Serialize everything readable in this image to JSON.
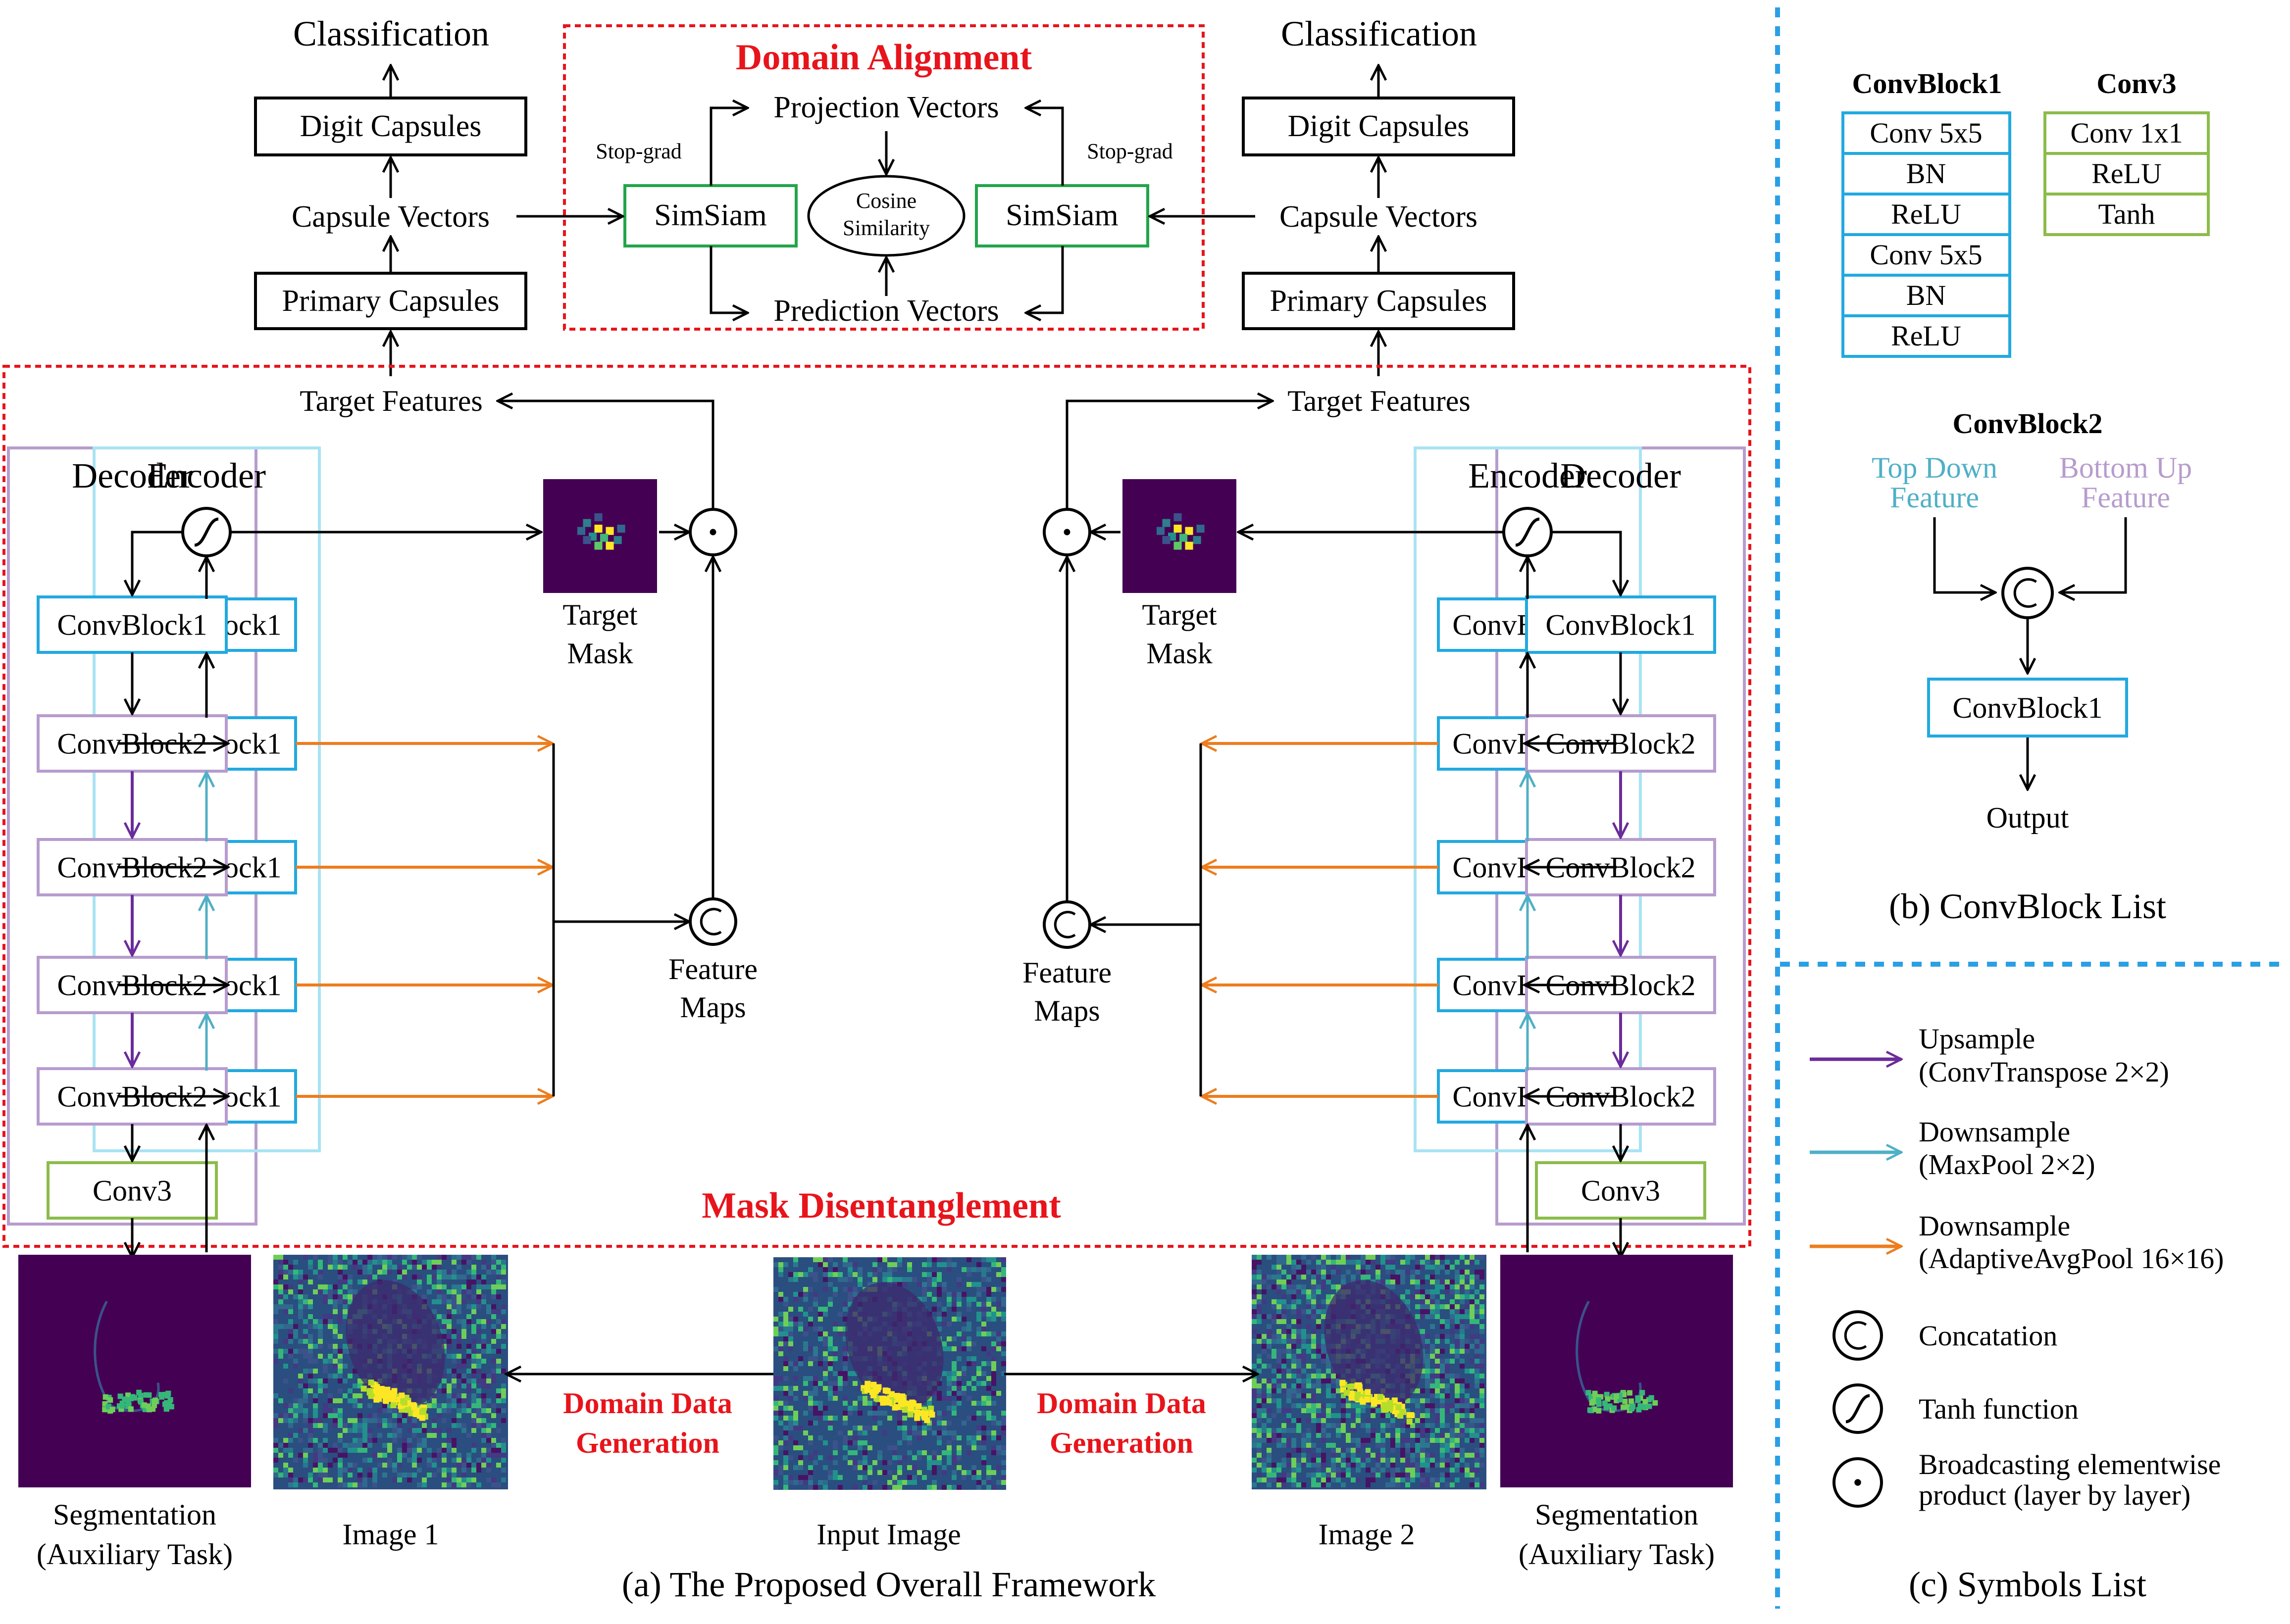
{
  "colors": {
    "red": "#e8141b",
    "cyan": "#22a9e0",
    "green": "#22a54a",
    "lightgreen": "#8cbc4a",
    "purple": "#b79ccd",
    "lightcyan": "#a8e3f3",
    "upsample": "#6a2c9a",
    "downsample_maxpool": "#4fb0c6",
    "downsample_avgpool": "#ed7d1e",
    "blue_divider": "#2b9fe6",
    "viridis_dark": "#440154",
    "viridis_yellow": "#fde725"
  },
  "top": {
    "left": {
      "classification": "Classification",
      "digit_capsules": "Digit Capsules",
      "capsule_vectors": "Capsule Vectors",
      "primary_capsules": "Primary Capsules"
    },
    "right": {
      "classification": "Classification",
      "digit_capsules": "Digit Capsules",
      "capsule_vectors": "Capsule Vectors",
      "primary_capsules": "Primary Capsules"
    },
    "alignment": {
      "title": "Domain Alignment",
      "projection": "Projection Vectors",
      "prediction": "Prediction Vectors",
      "cosine_1": "Cosine",
      "cosine_2": "Similarity",
      "simsiam_left": "SimSiam",
      "simsiam_right": "SimSiam",
      "stopgrad_left": "Stop-grad",
      "stopgrad_right": "Stop-grad"
    }
  },
  "left_branch": {
    "target_features": "Target Features",
    "decoder_title": "Decoder",
    "encoder_title": "Encoder",
    "target_mask_1": "Target",
    "target_mask_2": "Mask",
    "feature_maps_1": "Feature",
    "feature_maps_2": "Maps",
    "decoder": [
      "ConvBlock1",
      "ConvBlock2",
      "ConvBlock2",
      "ConvBlock2",
      "ConvBlock2",
      "Conv3"
    ],
    "encoder": [
      "ConvBlock1",
      "ConvBlock1",
      "ConvBlock1",
      "ConvBlock1",
      "ConvBlock1"
    ]
  },
  "right_branch": {
    "target_features": "Target Features",
    "decoder_title": "Decoder",
    "encoder_title": "Encoder",
    "target_mask_1": "Target",
    "target_mask_2": "Mask",
    "feature_maps_1": "Feature",
    "feature_maps_2": "Maps",
    "decoder": [
      "ConvBlock1",
      "ConvBlock2",
      "ConvBlock2",
      "ConvBlock2",
      "ConvBlock2",
      "Conv3"
    ],
    "encoder": [
      "ConvBlock1",
      "ConvBlock1",
      "ConvBlock1",
      "ConvBlock1",
      "ConvBlock1"
    ]
  },
  "mask_disentanglement": "Mask Disentanglement",
  "bottom": {
    "seg_left_1": "Segmentation",
    "seg_left_2": "(Auxiliary Task)",
    "image1": "Image 1",
    "input_image": "Input Image",
    "image2": "Image 2",
    "seg_right_1": "Segmentation",
    "seg_right_2": "(Auxiliary Task)",
    "ddg_left_1": "Domain Data",
    "ddg_left_2": "Generation",
    "ddg_right_1": "Domain Data",
    "ddg_right_2": "Generation"
  },
  "caption_a": "(a)  The Proposed Overall Framework",
  "convblock_list": {
    "convblock1_title": "ConvBlock1",
    "convblock1_layers": [
      "Conv 5x5",
      "BN",
      "ReLU",
      "Conv 5x5",
      "BN",
      "ReLU"
    ],
    "conv3_title": "Conv3",
    "conv3_layers": [
      "Conv 1x1",
      "ReLU",
      "Tanh"
    ],
    "convblock2_title": "ConvBlock2",
    "top_down_1": "Top Down",
    "top_down_2": "Feature",
    "bottom_up_1": "Bottom Up",
    "bottom_up_2": "Feature",
    "inner_block": "ConvBlock1",
    "output": "Output",
    "caption": "(b)  ConvBlock List"
  },
  "symbols": {
    "upsample_1": "Upsample",
    "upsample_2": "(ConvTranspose 2×2)",
    "down_max_1": "Downsample",
    "down_max_2": "(MaxPool 2×2)",
    "down_avg_1": "Downsample",
    "down_avg_2": "(AdaptiveAvgPool 16×16)",
    "concat": "Concatation",
    "tanh": "Tanh function",
    "bcast_1": "Broadcasting elementwise",
    "bcast_2": "product (layer by layer)",
    "caption": "(c)  Symbols List"
  }
}
